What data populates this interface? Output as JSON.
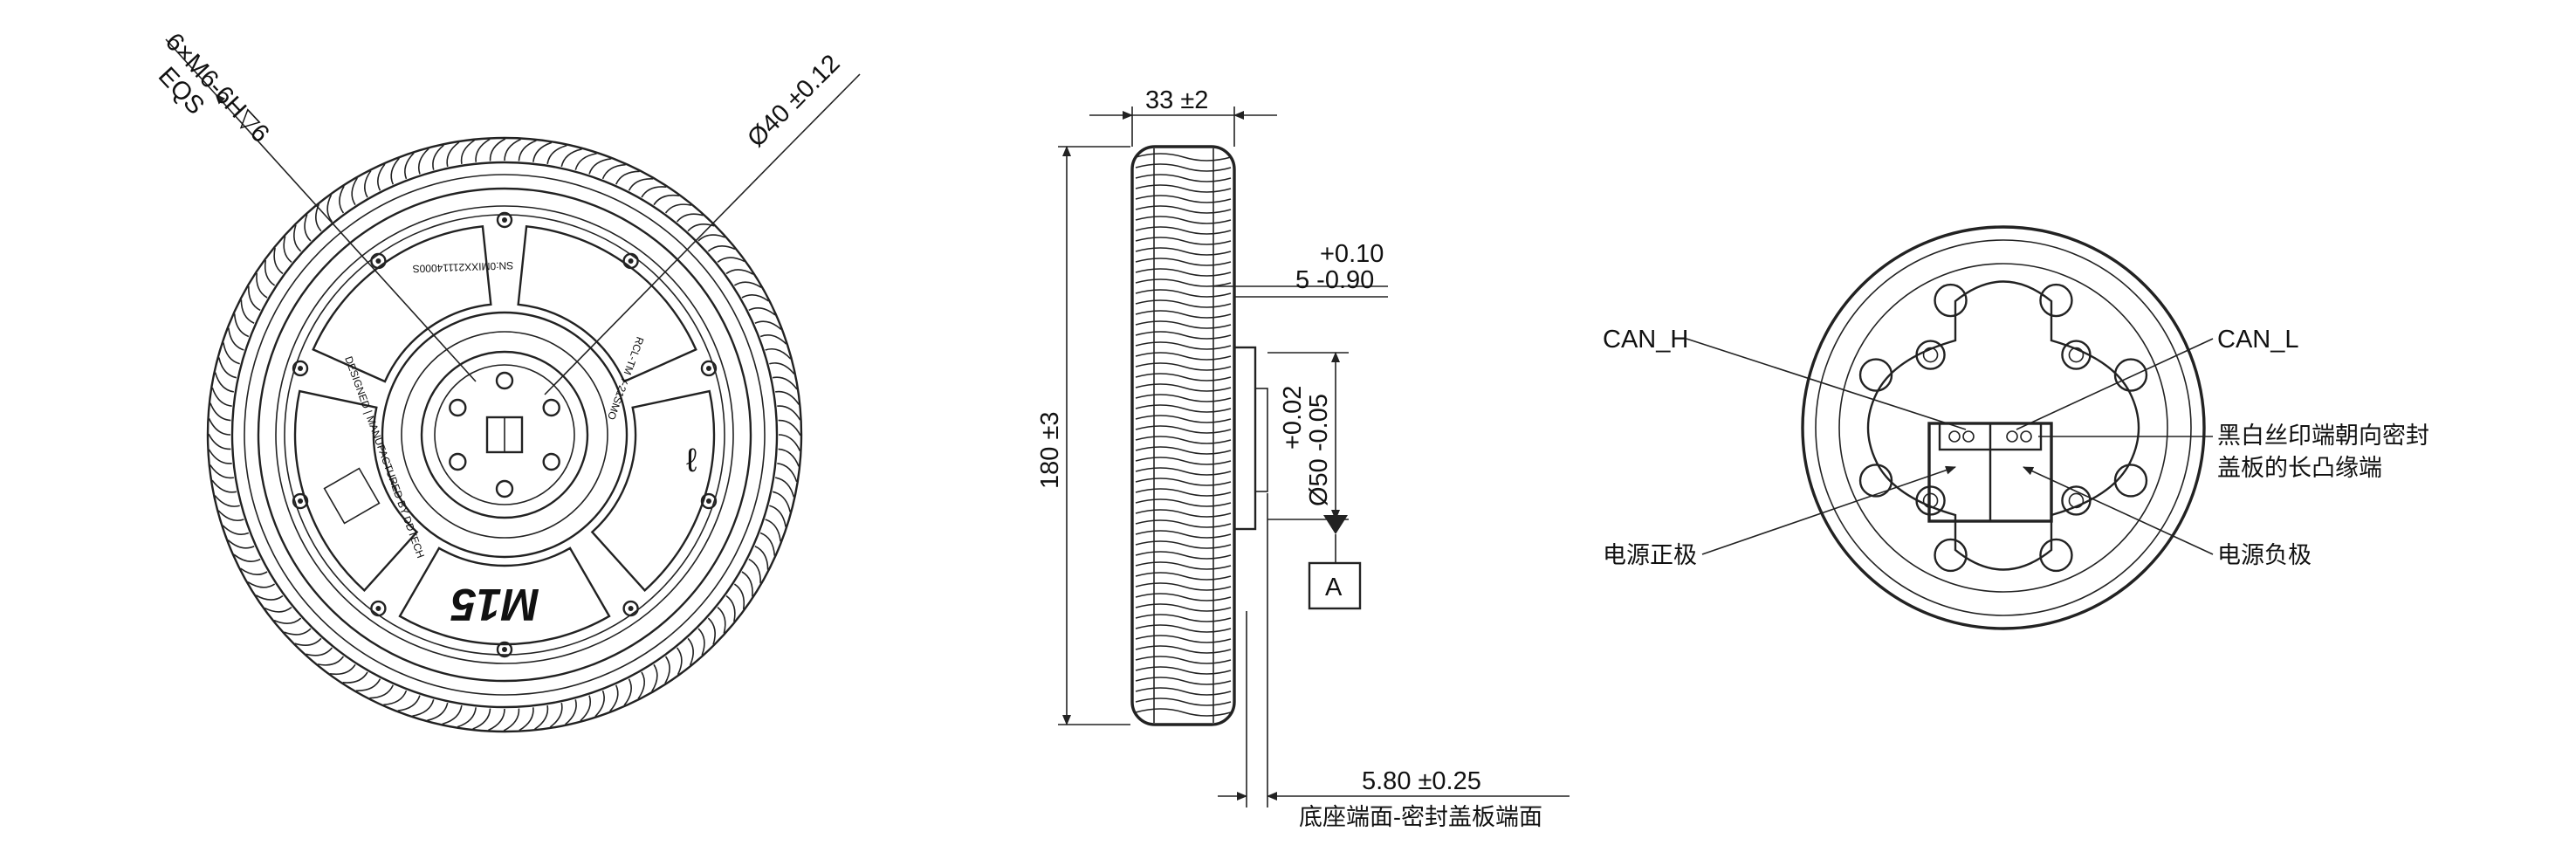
{
  "left_view": {
    "callout_thread": [
      "6×M6-6H▽6",
      "EQS"
    ],
    "callout_diameter": "Ø40 ±0.12",
    "cover_text": [
      "DESIGNED | MANUFACTURED BY DDTECH",
      "SN:0MIXX21114000S",
      "RCL-TM Y-21SMO"
    ],
    "brand_mark": "M15"
  },
  "side_view": {
    "dim_width": "33 ±2",
    "dim_height": "180 ±3",
    "dim_offset_upper": "+0.10",
    "dim_offset_lower": "5 -0.90",
    "dim_diameter_upper": "+0.02",
    "dim_diameter_lower": "Ø50 -0.05",
    "datum": "A",
    "dim_bottom": "5.80 ±0.25",
    "note_bottom": "底座端面-密封盖板端面"
  },
  "right_view": {
    "label_can_h": "CAN_H",
    "label_can_l": "CAN_L",
    "note_line1": "黑白丝印端朝向密封",
    "note_line2": "盖板的长凸缘端",
    "label_positive": "电源正极",
    "label_negative": "电源负极"
  }
}
